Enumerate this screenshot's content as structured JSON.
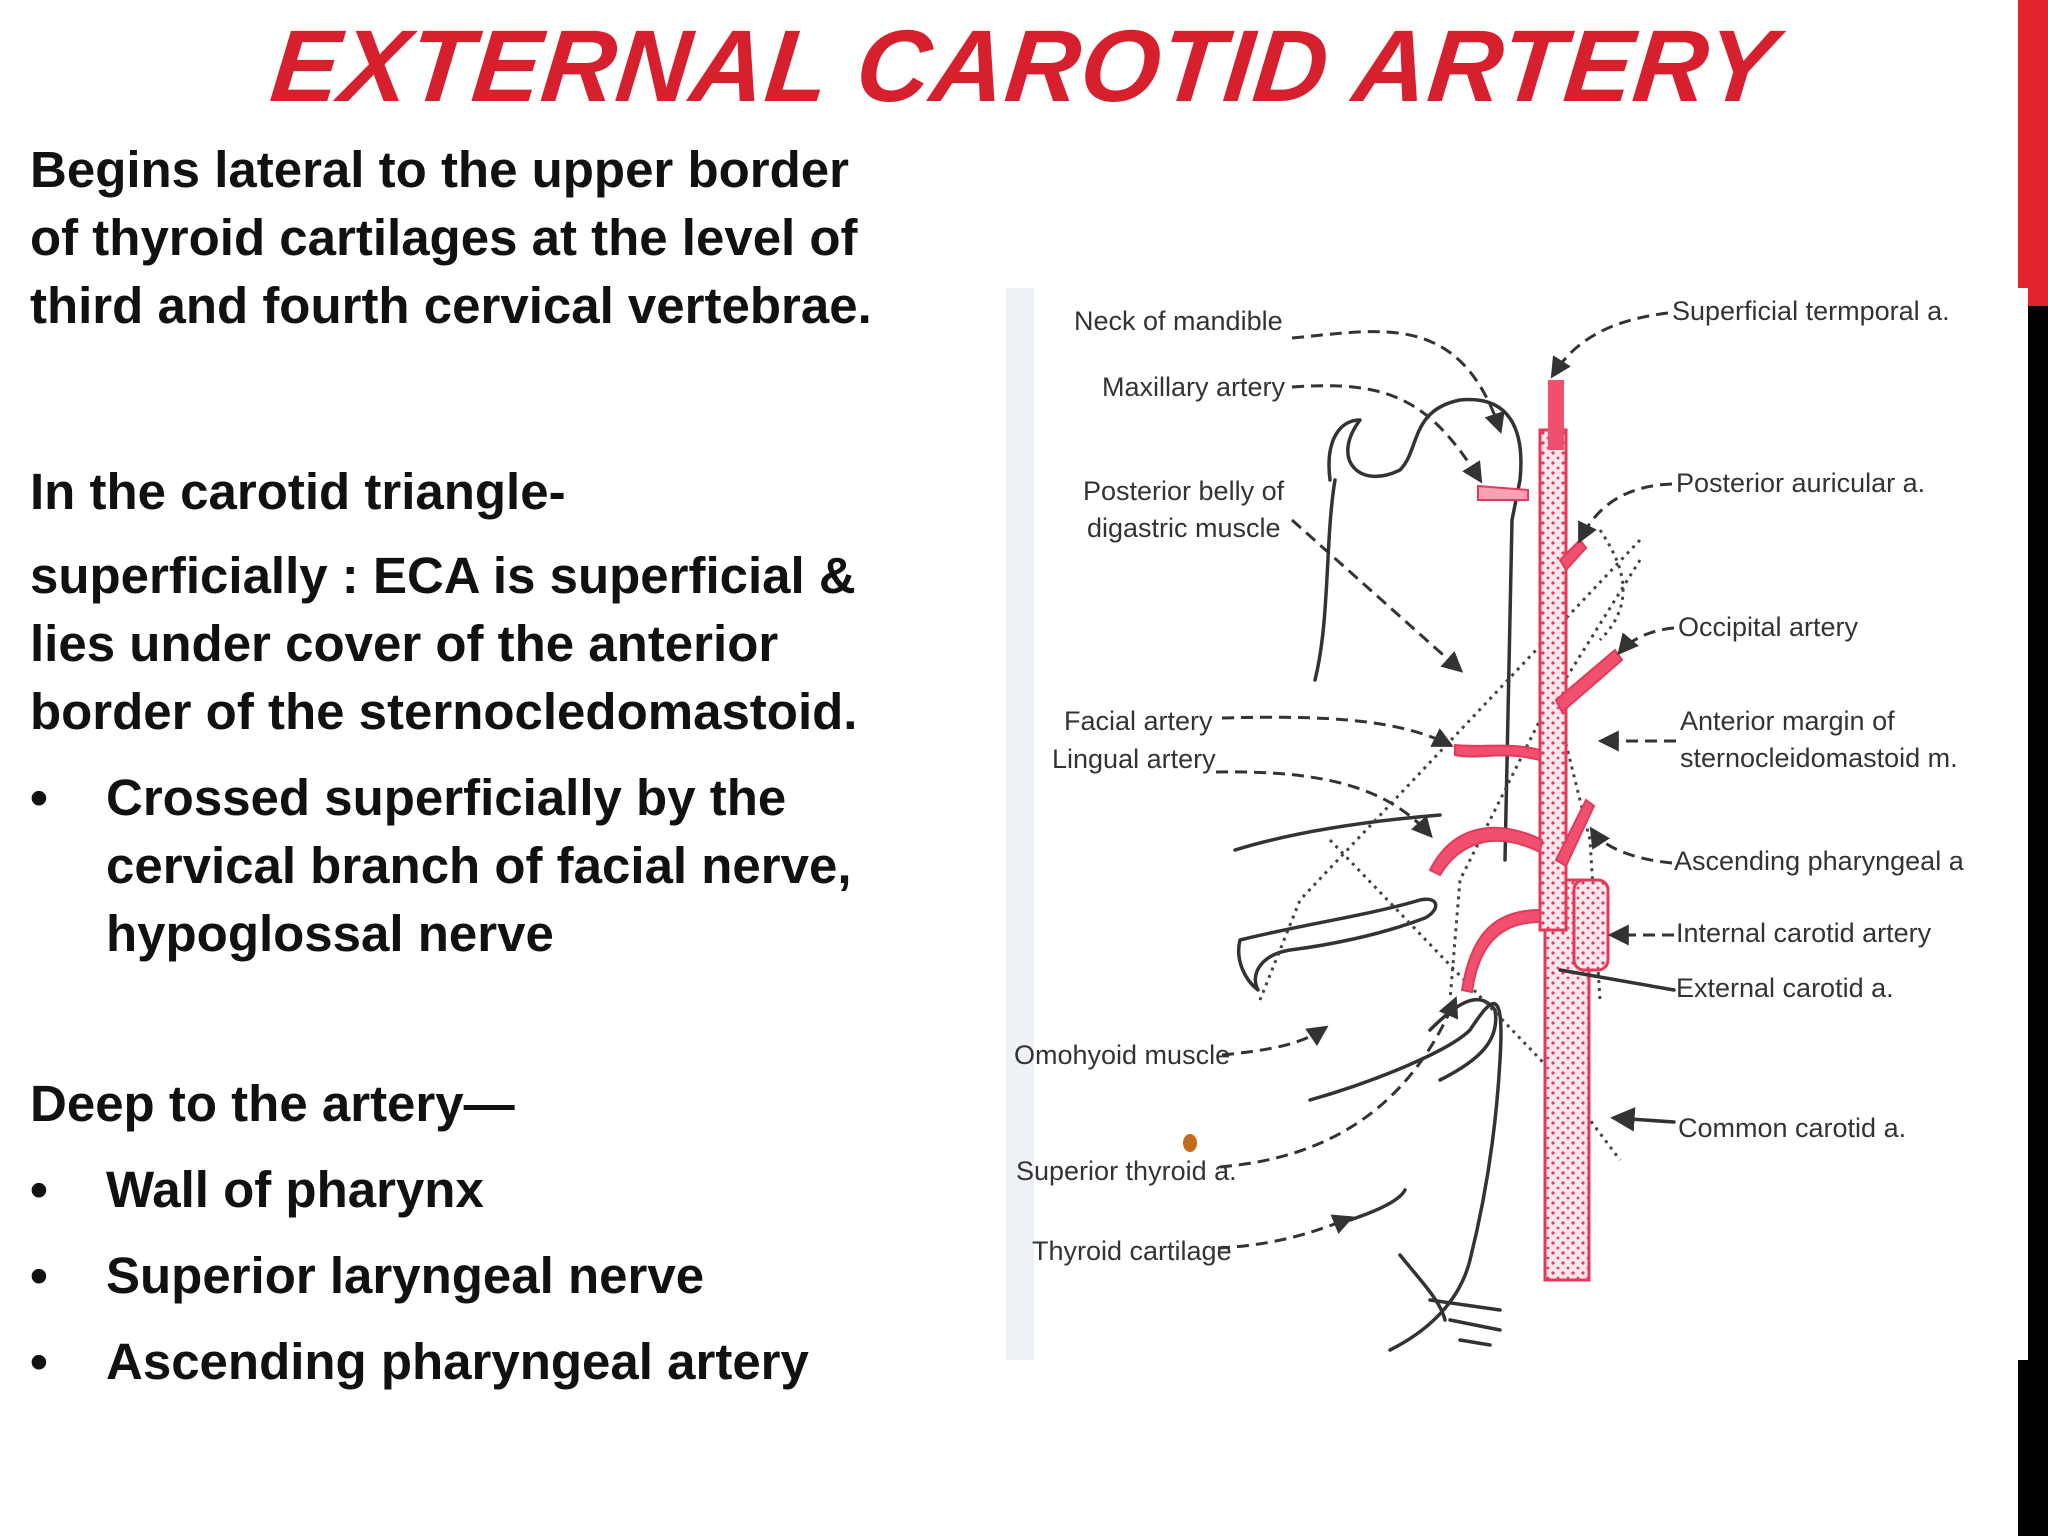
{
  "title": "EXTERNAL CAROTID ARTERY",
  "colors": {
    "title_red": "#d6202e",
    "accent_red": "#e3232c",
    "accent_black": "#000000",
    "artery_red": "#f0506e"
  },
  "intro": [
    "Begins lateral to the upper border",
    "of  thyroid cartilages at the level of",
    "third and fourth cervical vertebrae."
  ],
  "carotid_triangle": {
    "heading": "In the carotid triangle-",
    "lines": [
      "superficially : ECA is superficial &",
      "lies under cover of the anterior",
      "border of the sternocledomastoid."
    ],
    "bullet_symbol": "•",
    "bullet_lines": [
      "Crossed superficially by the",
      "cervical branch of facial nerve,",
      "hypoglossal nerve"
    ]
  },
  "deep": {
    "heading": "Deep to the artery—",
    "bullet_symbol": "•",
    "items": [
      "Wall of pharynx",
      "Superior laryngeal nerve",
      "Ascending pharyngeal artery"
    ]
  },
  "diagram_labels": {
    "left": {
      "neck_of_mandible": "Neck of mandible",
      "maxillary_artery": "Maxillary artery",
      "posterior_belly_1": "Posterior belly of",
      "posterior_belly_2": "digastric muscle",
      "facial_artery": "Facial artery",
      "lingual_artery": "Lingual artery",
      "omohyoid_muscle": "Omohyoid muscle",
      "superior_thyroid": "Superior thyroid a.",
      "thyroid_cartilage": "Thyroid cartilage"
    },
    "right": {
      "superficial_temporal": "Superficial termporal a.",
      "posterior_auricular": "Posterior auricular a.",
      "occipital_artery": "Occipital artery",
      "anterior_margin_1": "Anterior margin of",
      "anterior_margin_2": "sternocleidomastoid m.",
      "ascending_pharyngeal": "Ascending pharyngeal a",
      "internal_carotid": "Internal carotid artery",
      "external_carotid": "External carotid a.",
      "common_carotid": "Common carotid a."
    }
  }
}
